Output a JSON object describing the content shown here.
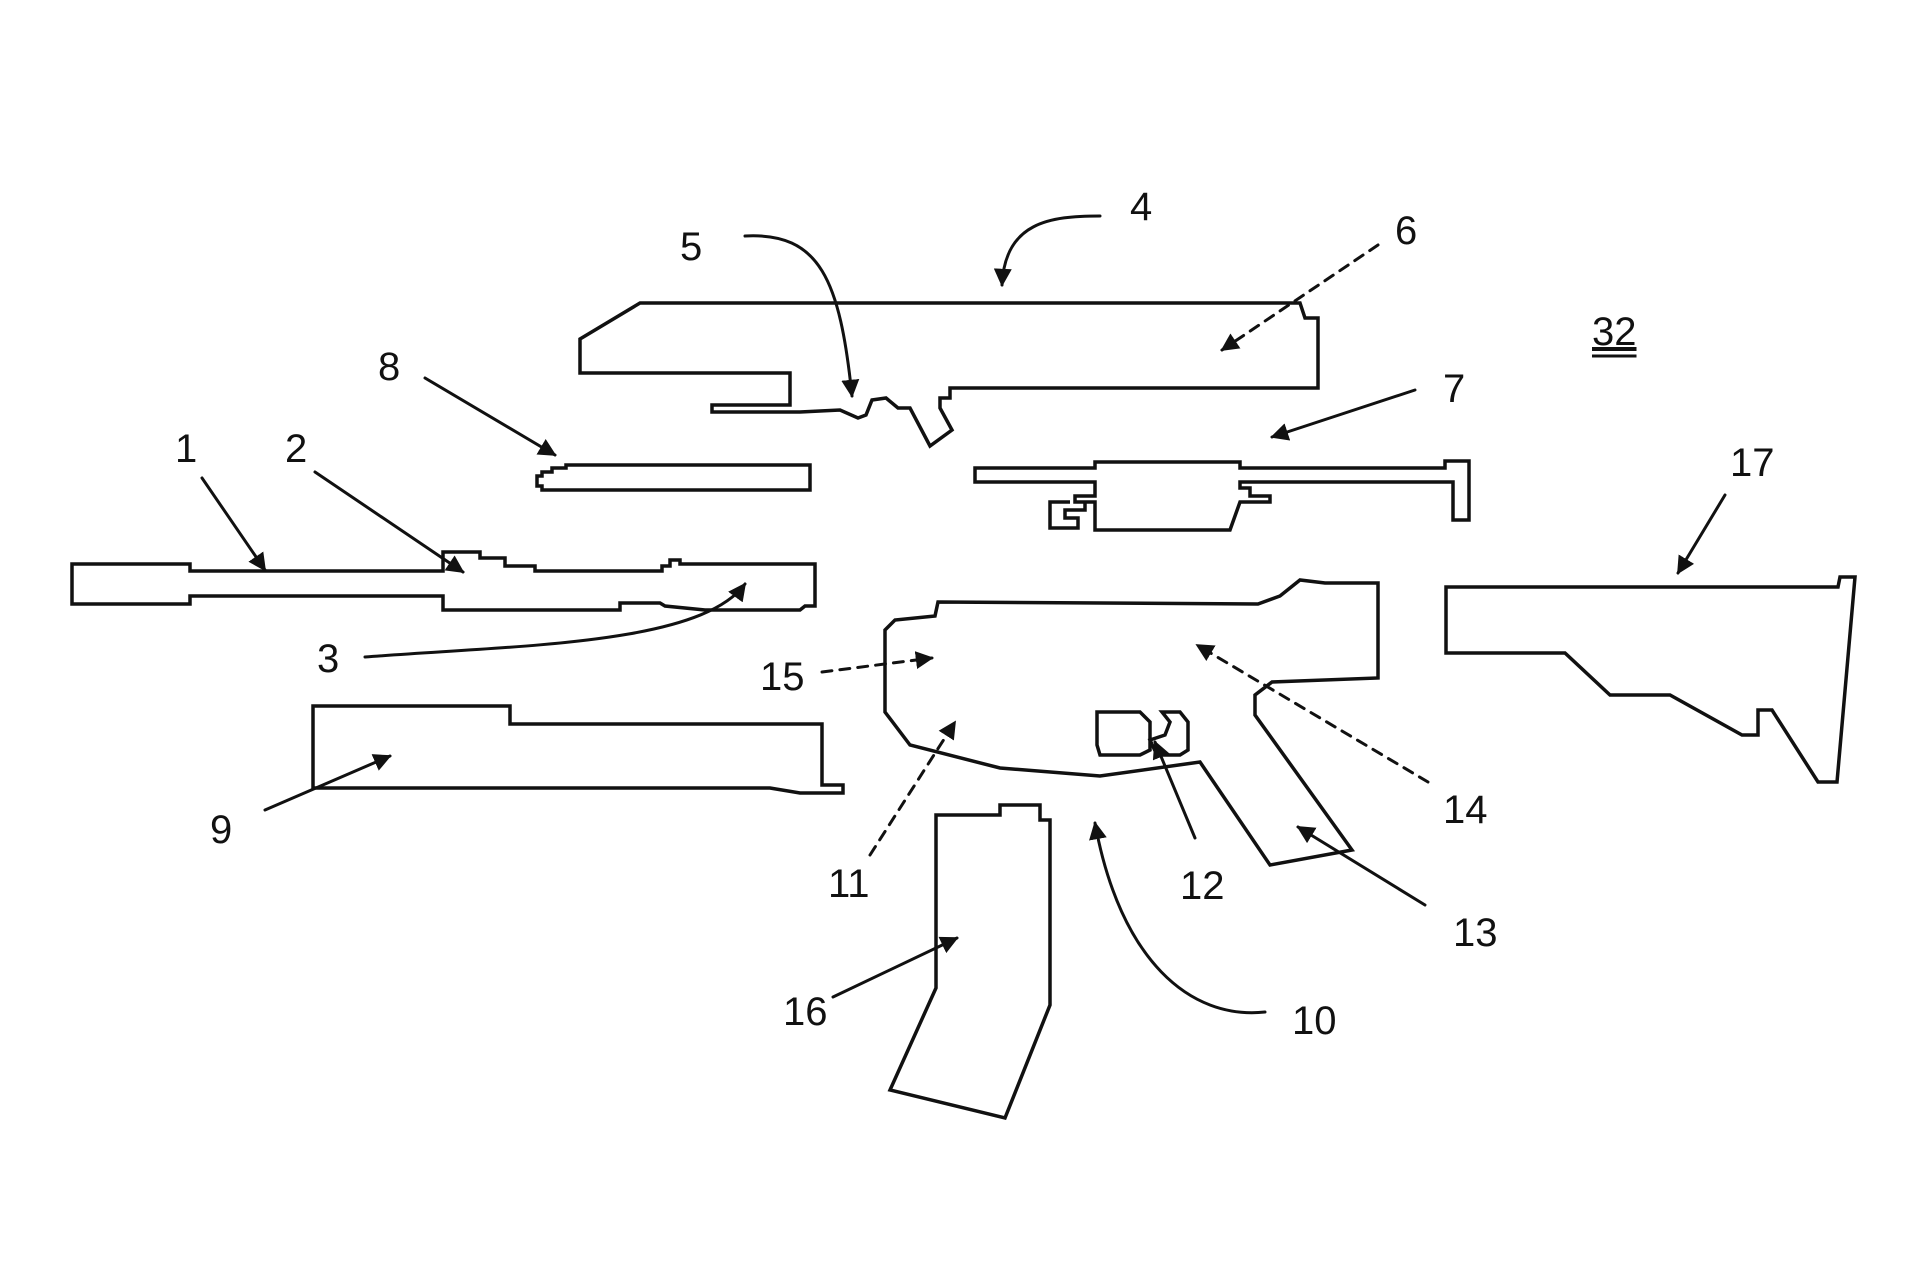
{
  "figure": {
    "figure_number": "32",
    "line_color": "#111111",
    "background_color": "#ffffff"
  },
  "parts": [
    {
      "id": "barrel",
      "label": "1"
    },
    {
      "id": "barrel-extension",
      "label": "2"
    },
    {
      "id": "barrel-end",
      "label": "3"
    },
    {
      "id": "upper-receiver",
      "label": "4"
    },
    {
      "id": "receiver-lower-edge",
      "label": "5"
    },
    {
      "id": "receiver-rear",
      "label": "6"
    },
    {
      "id": "bolt-carrier",
      "label": "7"
    },
    {
      "id": "bolt",
      "label": "8"
    },
    {
      "id": "handguard",
      "label": "9"
    },
    {
      "id": "lower-receiver",
      "label": "10"
    },
    {
      "id": "magazine-well",
      "label": "11"
    },
    {
      "id": "trigger",
      "label": "12"
    },
    {
      "id": "pistol-grip",
      "label": "13"
    },
    {
      "id": "buffer-tube-mount",
      "label": "14"
    },
    {
      "id": "receiver-front",
      "label": "15"
    },
    {
      "id": "magazine",
      "label": "16"
    },
    {
      "id": "stock",
      "label": "17"
    }
  ]
}
